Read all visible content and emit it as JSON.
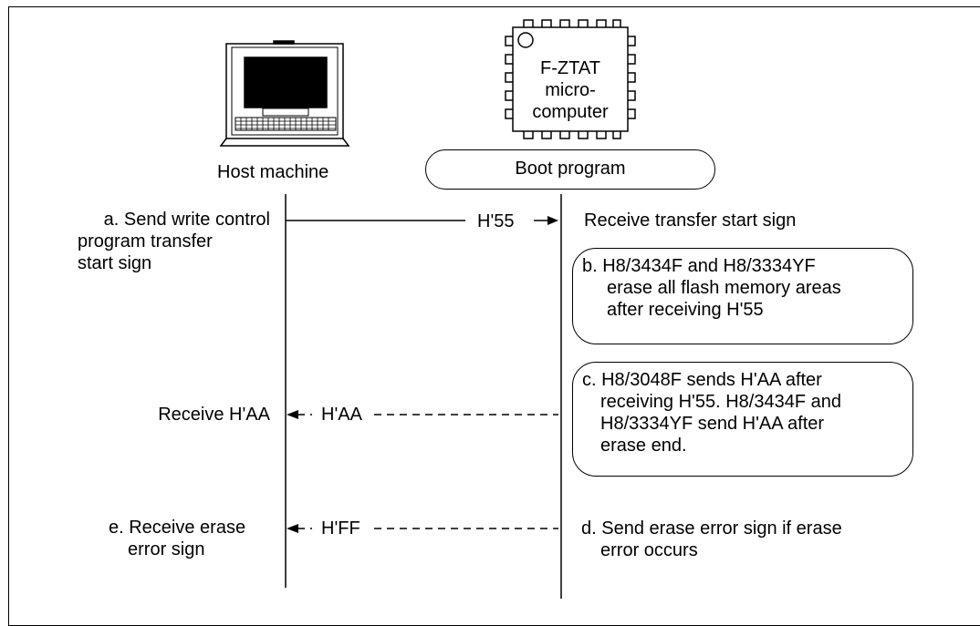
{
  "labels": {
    "host": "Host machine",
    "boot": "Boot program",
    "chip_line1": "F-ZTAT",
    "chip_line2": "micro-",
    "chip_line3": "computer"
  },
  "steps": {
    "a_line1": "a. Send write control",
    "a_line2": "program transfer",
    "a_line3": "start sign",
    "receive_start": "Receive transfer start sign",
    "b_line1": "b. H8/3434F and H8/3334YF",
    "b_line2": "erase all flash memory areas",
    "b_line3": "after receiving H'55",
    "c_line1": "c. H8/3048F sends H'AA after",
    "c_line2": "receiving H'55. H8/3434F and",
    "c_line3": "H8/3334YF send H'AA after",
    "c_line4": "erase end.",
    "receive_aa": "Receive H'AA",
    "d_line1": "d. Send erase error sign if erase",
    "d_line2": "error occurs",
    "e_line1": "e. Receive erase",
    "e_line2": "error sign"
  },
  "signals": {
    "s55": "H'55",
    "saa": "H'AA",
    "sff": "H'FF"
  },
  "icons": [
    "laptop-icon",
    "chip-icon"
  ]
}
